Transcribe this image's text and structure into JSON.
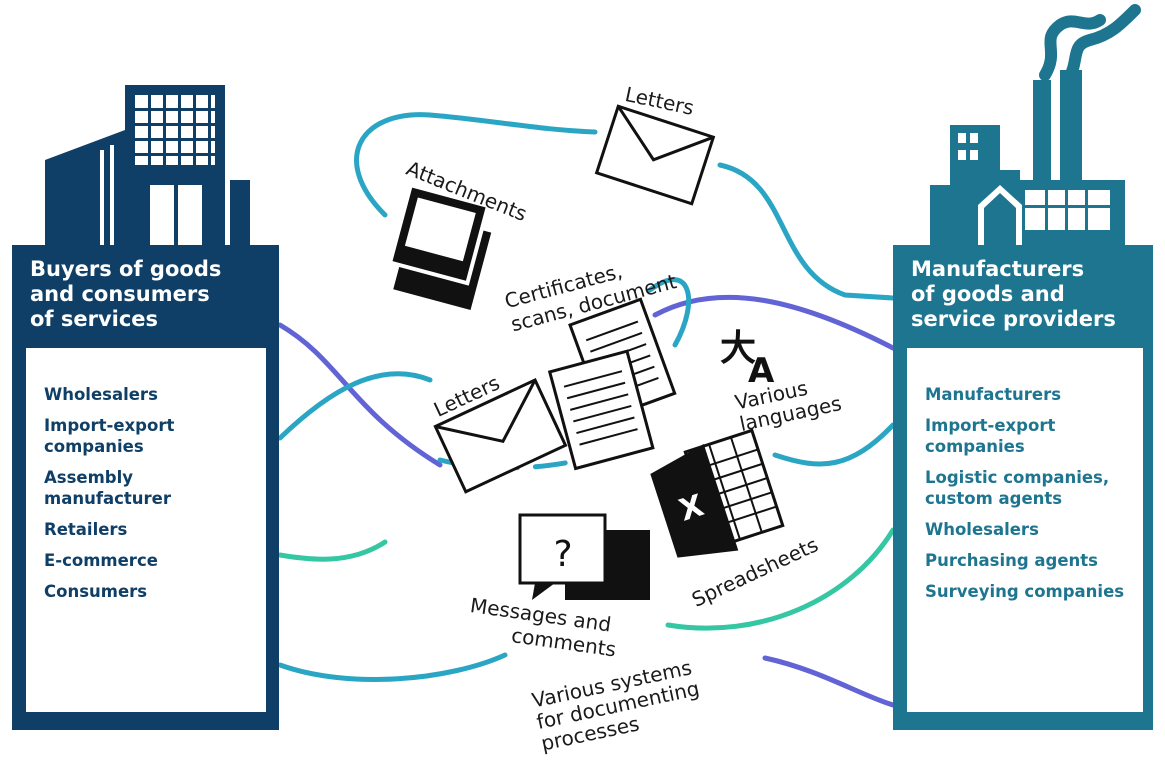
{
  "left_panel": {
    "title_lines": [
      "Buyers of goods",
      "and consumers",
      "of services"
    ],
    "items": [
      "Wholesalers",
      "Import-export companies",
      "Assembly manufacturer",
      "Retailers",
      "E-commerce",
      "Consumers"
    ]
  },
  "right_panel": {
    "title_lines": [
      "Manufacturers",
      "of goods and",
      "service providers"
    ],
    "items": [
      "Manufacturers",
      "Import-export companies",
      "Logistic companies, custom agents",
      "Wholesalers",
      "Purchasing agents",
      "Surveying companies"
    ]
  },
  "floating_labels": {
    "attachments": "Attachments",
    "letters_top": "Letters",
    "certificates": [
      "Certificates,",
      "scans, document"
    ],
    "letters_mid": "Letters",
    "languages": [
      "Various",
      "languages"
    ],
    "spreadsheets": "Spreadsheets",
    "messages": [
      "Messages and",
      "comments"
    ],
    "systems": [
      "Various systems",
      "for documenting",
      "processes"
    ]
  },
  "icons": [
    "office-building-icon",
    "factory-icon",
    "photos-icon",
    "envelope-icon",
    "documents-icon",
    "translate-icon",
    "spreadsheet-icon",
    "chat-question-icon"
  ],
  "colors": {
    "buyers": "#0f3f66",
    "makers": "#1e7590",
    "line_teal": "#2aa6c4",
    "line_purple": "#6264d6",
    "line_green": "#35c6a3"
  }
}
